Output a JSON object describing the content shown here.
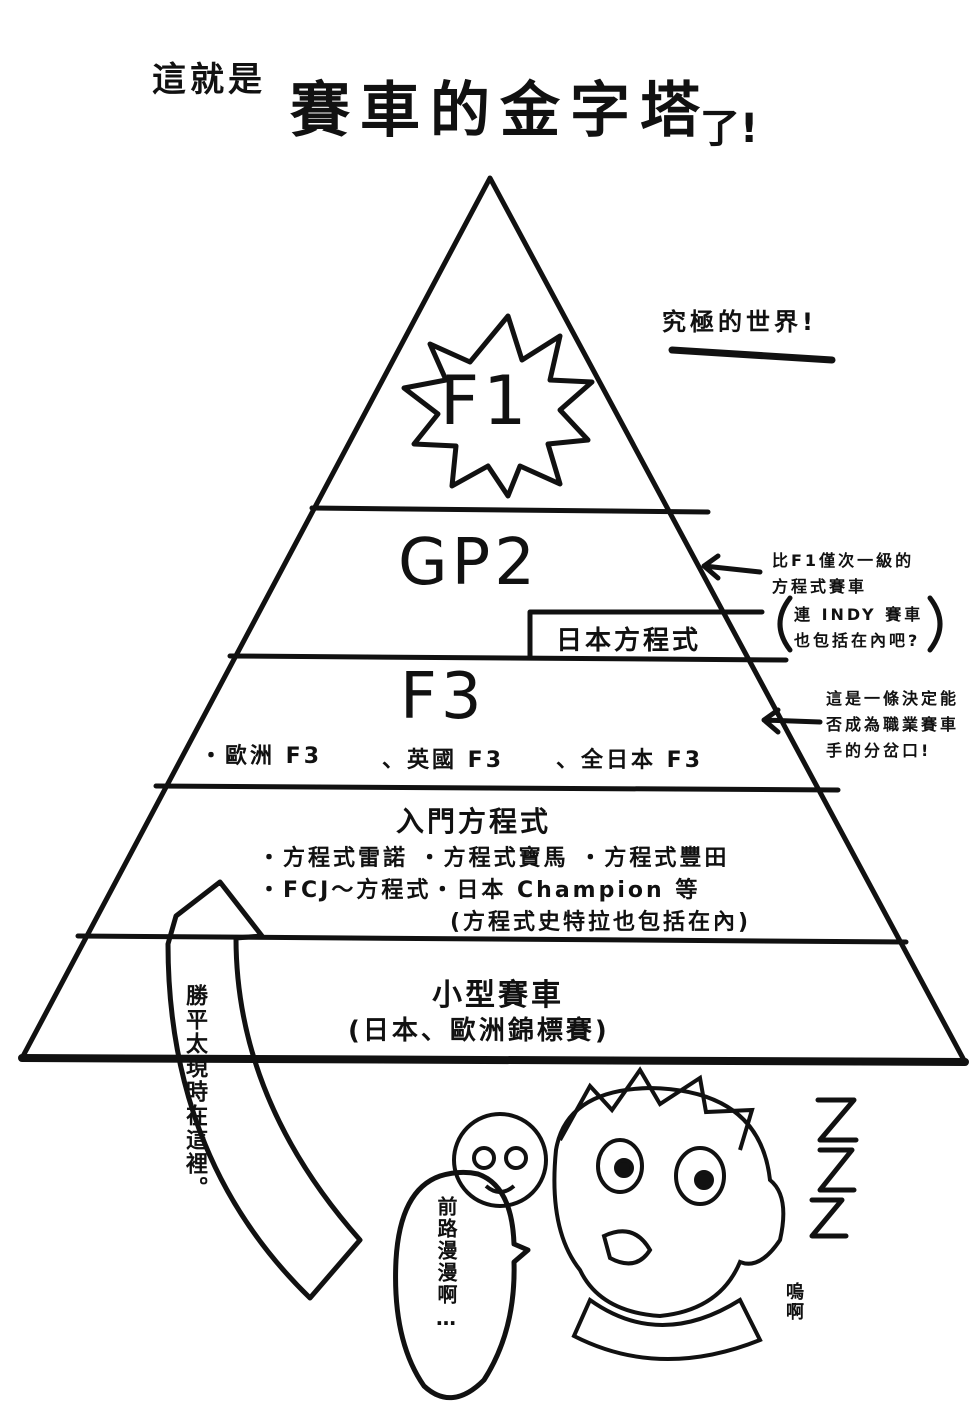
{
  "title": {
    "prefix": "這就是",
    "main": "賽車的金字塔",
    "suffix": "了!"
  },
  "top_note": "究極的世界!",
  "levels": {
    "f1": {
      "label": "F1"
    },
    "gp2": {
      "label": "GP2"
    },
    "japan_formula": {
      "label": "日本方程式"
    },
    "f3": {
      "label": "F3",
      "items": [
        "・歐洲 F3",
        "、英國 F3",
        "、全日本 F3"
      ]
    },
    "entry": {
      "label": "入門方程式",
      "line1": "・方程式雷諾 ・方程式寶馬 ・方程式豐田",
      "line2": "・FCJ～方程式・日本 Champion 等",
      "line3": "(方程式史特拉也包括在內)"
    },
    "kart": {
      "label": "小型賽車",
      "sub": "(日本、歐洲錦標賽)"
    }
  },
  "side_notes": {
    "gp2_note": "比F1僅次一級的方程式賽車",
    "indy_note": "連 INDY 賽車也包括在內吧?",
    "f3_note": "這是一條決定能否成為職業賽車手的分岔口!"
  },
  "arrow_text": "勝平太現時在這裡。",
  "speech_bubble": "前路漫漫啊…",
  "sigh": "嗚啊",
  "icons": {
    "burst": "starburst-icon",
    "arrow": "curved-up-arrow-icon"
  }
}
